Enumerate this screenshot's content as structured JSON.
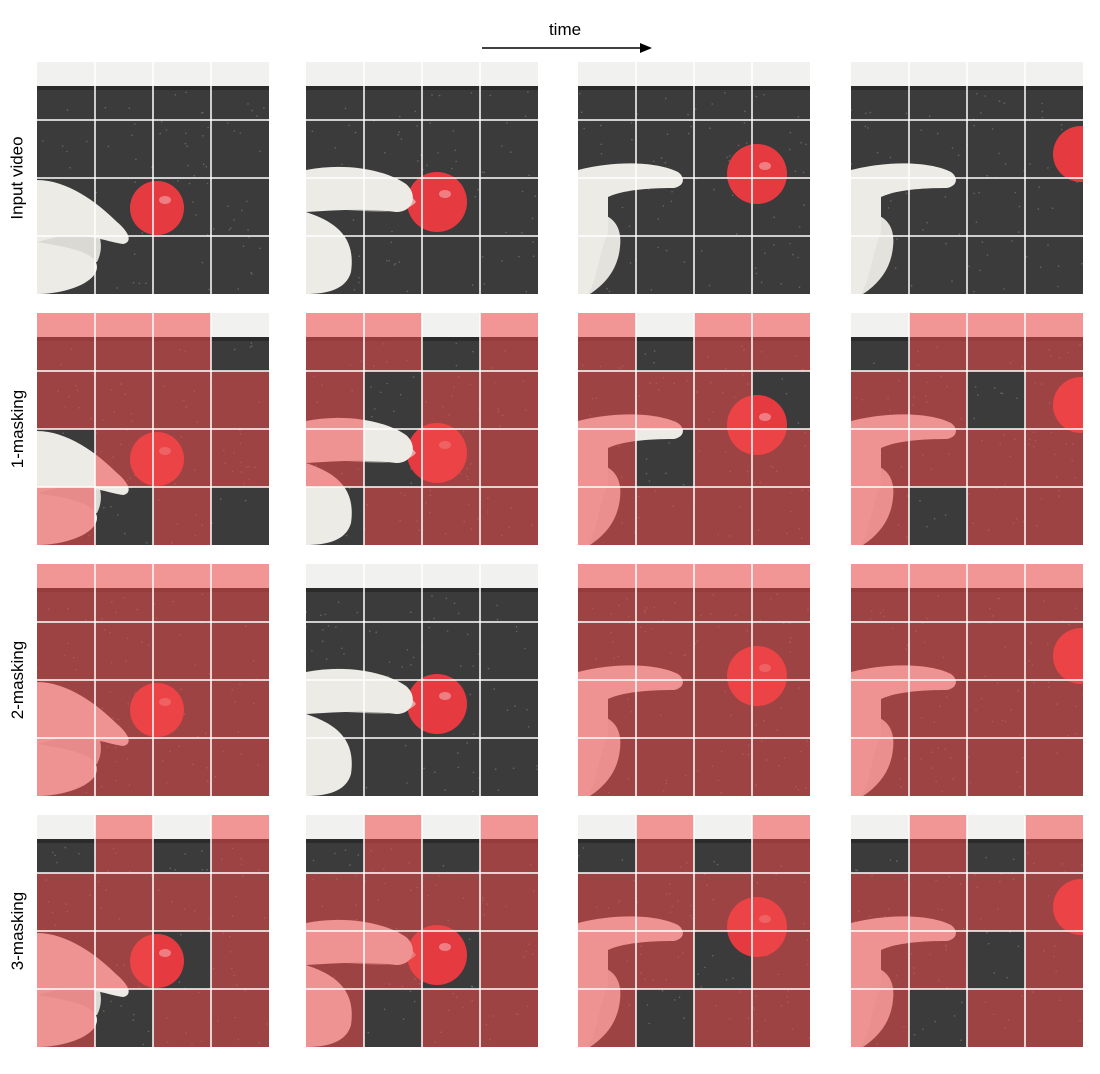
{
  "header": {
    "time_label": "time"
  },
  "rows": [
    {
      "label": "Input video",
      "masks": [
        [
          [
            0,
            0,
            0,
            0
          ],
          [
            0,
            0,
            0,
            0
          ],
          [
            0,
            0,
            0,
            0
          ],
          [
            0,
            0,
            0,
            0
          ]
        ],
        [
          [
            0,
            0,
            0,
            0
          ],
          [
            0,
            0,
            0,
            0
          ],
          [
            0,
            0,
            0,
            0
          ],
          [
            0,
            0,
            0,
            0
          ]
        ],
        [
          [
            0,
            0,
            0,
            0
          ],
          [
            0,
            0,
            0,
            0
          ],
          [
            0,
            0,
            0,
            0
          ],
          [
            0,
            0,
            0,
            0
          ]
        ],
        [
          [
            0,
            0,
            0,
            0
          ],
          [
            0,
            0,
            0,
            0
          ],
          [
            0,
            0,
            0,
            0
          ],
          [
            0,
            0,
            0,
            0
          ]
        ]
      ]
    },
    {
      "label": "1-masking",
      "masks": [
        [
          [
            1,
            1,
            1,
            0
          ],
          [
            1,
            1,
            1,
            1
          ],
          [
            0,
            1,
            1,
            1
          ],
          [
            1,
            0,
            1,
            0
          ]
        ],
        [
          [
            1,
            1,
            0,
            1
          ],
          [
            1,
            0,
            1,
            1
          ],
          [
            1,
            0,
            1,
            1
          ],
          [
            0,
            1,
            1,
            1
          ]
        ],
        [
          [
            1,
            0,
            1,
            1
          ],
          [
            1,
            1,
            1,
            0
          ],
          [
            1,
            0,
            1,
            1
          ],
          [
            1,
            1,
            1,
            1
          ]
        ],
        [
          [
            0,
            1,
            1,
            1
          ],
          [
            1,
            1,
            0,
            1
          ],
          [
            1,
            1,
            1,
            1
          ],
          [
            1,
            0,
            1,
            1
          ]
        ]
      ]
    },
    {
      "label": "2-masking",
      "masks": [
        [
          [
            1,
            1,
            1,
            1
          ],
          [
            1,
            1,
            1,
            1
          ],
          [
            1,
            1,
            1,
            1
          ],
          [
            1,
            1,
            1,
            1
          ]
        ],
        [
          [
            0,
            0,
            0,
            0
          ],
          [
            0,
            0,
            0,
            0
          ],
          [
            0,
            0,
            0,
            0
          ],
          [
            0,
            0,
            0,
            0
          ]
        ],
        [
          [
            1,
            1,
            1,
            1
          ],
          [
            1,
            1,
            1,
            1
          ],
          [
            1,
            1,
            1,
            1
          ],
          [
            1,
            1,
            1,
            1
          ]
        ],
        [
          [
            1,
            1,
            1,
            1
          ],
          [
            1,
            1,
            1,
            1
          ],
          [
            1,
            1,
            1,
            1
          ],
          [
            1,
            1,
            1,
            1
          ]
        ]
      ]
    },
    {
      "label": "3-masking",
      "masks": [
        [
          [
            0,
            1,
            0,
            1
          ],
          [
            1,
            1,
            1,
            1
          ],
          [
            1,
            1,
            0,
            1
          ],
          [
            1,
            0,
            1,
            1
          ]
        ],
        [
          [
            0,
            1,
            0,
            1
          ],
          [
            1,
            1,
            1,
            1
          ],
          [
            1,
            1,
            0,
            1
          ],
          [
            1,
            0,
            1,
            1
          ]
        ],
        [
          [
            0,
            1,
            0,
            1
          ],
          [
            1,
            1,
            1,
            1
          ],
          [
            1,
            1,
            0,
            1
          ],
          [
            1,
            0,
            1,
            1
          ]
        ],
        [
          [
            0,
            1,
            0,
            1
          ],
          [
            1,
            1,
            1,
            1
          ],
          [
            1,
            1,
            0,
            1
          ],
          [
            1,
            0,
            1,
            1
          ]
        ]
      ]
    }
  ],
  "scene": {
    "wall_color": "#f1f1ef",
    "counter_color": "#3b3b3b",
    "counter_edge_color": "#2b2b2b",
    "ball_color": "#e53a40",
    "hand_color": "#ecebe6",
    "mask_overlay_color": "#f04a4a",
    "grid_line_color": "#ffffff"
  }
}
